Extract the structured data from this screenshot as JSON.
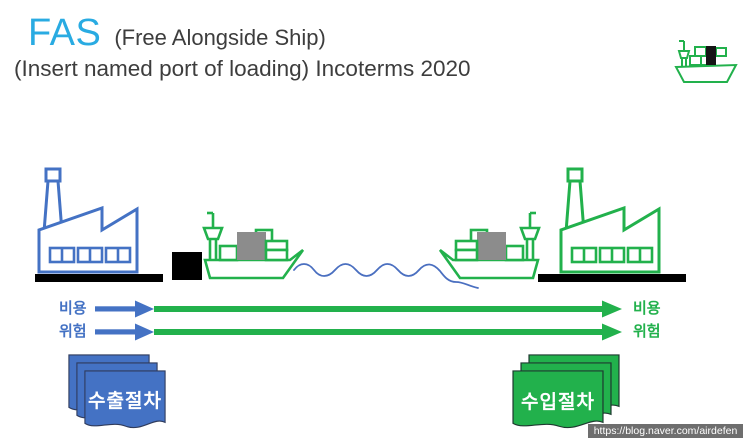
{
  "title": {
    "acronym": "FAS",
    "subtitle": "(Free Alongside Ship)",
    "line2": "(Insert named port of loading) Incoterms 2020"
  },
  "flow": {
    "left": {
      "cost": "비용",
      "risk": "위험"
    },
    "right": {
      "cost": "비용",
      "risk": "위험"
    }
  },
  "documents": {
    "export": "수출절차",
    "import": "수입절차"
  },
  "watermark": "https://blog.naver.com/airdefen",
  "icons": {
    "top_right": "cargo-ship-icon",
    "left_building": "seller-factory-icon",
    "right_building": "buyer-factory-icon",
    "left_vessel": "export-ship-icon",
    "right_vessel": "import-ship-icon",
    "sea": "wave-icon"
  },
  "colors": {
    "accent_cyan": "#29ABE2",
    "blue": "#4472C4",
    "green": "#22B14C",
    "container_gray": "#8C8C8C",
    "dark_text": "#3D3D3D",
    "wave_blue": "#4A6FC0",
    "watermark_bg": "#6E6E6E",
    "ground_black": "#000000",
    "doc_text": "#FFFFFF"
  }
}
